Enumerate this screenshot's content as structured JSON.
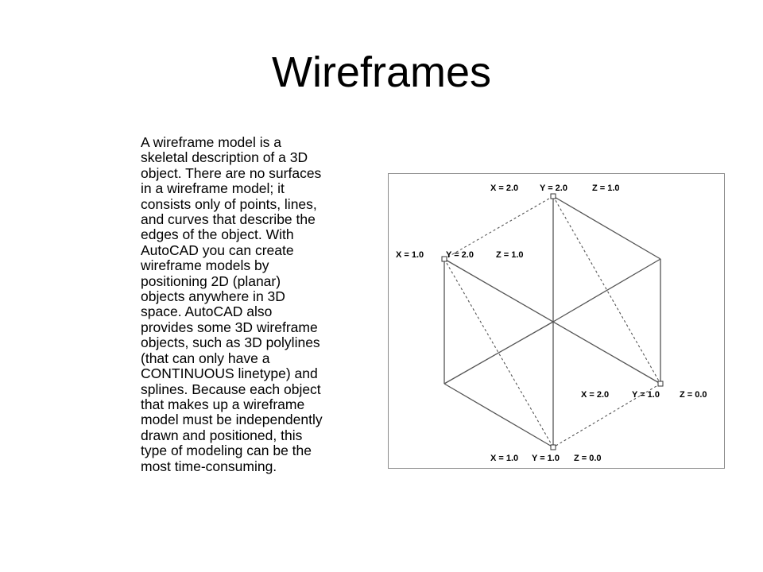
{
  "slide": {
    "title": "Wireframes",
    "body_lines": [
      "A wireframe model is a",
      "skeletal description of a 3D",
      "object. There are no surfaces",
      "in a wireframe model; it",
      "consists only of points, lines,",
      "and curves that describe the",
      "edges of the object. With",
      "AutoCAD you can create",
      "wireframe models by",
      "positioning 2D (planar)",
      "objects anywhere in 3D",
      "space. AutoCAD also",
      "provides some 3D wireframe",
      "objects, such as 3D polylines",
      "(that can only have a",
      "CONTINUOUS  linetype) and",
      "splines. Because each object",
      "that makes up a wireframe",
      "model must be independently",
      "drawn and positioned, this",
      "type of modeling can be the",
      "most time-consuming."
    ]
  },
  "diagram": {
    "vertex_labels": {
      "top": {
        "x": "X = 2.0",
        "y": "Y = 2.0",
        "z": "Z = 1.0"
      },
      "upper_left": {
        "x": "X = 1.0",
        "y": "Y = 2.0",
        "z": "Z = 1.0"
      },
      "lower_right": {
        "x": "X = 2.0",
        "y": "Y = 1.0",
        "z": "Z = 0.0"
      },
      "bottom": {
        "x": "X = 1.0",
        "y": "Y = 1.0",
        "z": "Z = 0.0"
      }
    },
    "colors": {
      "edge": "#555555",
      "frame": "#8c8c8c"
    }
  }
}
